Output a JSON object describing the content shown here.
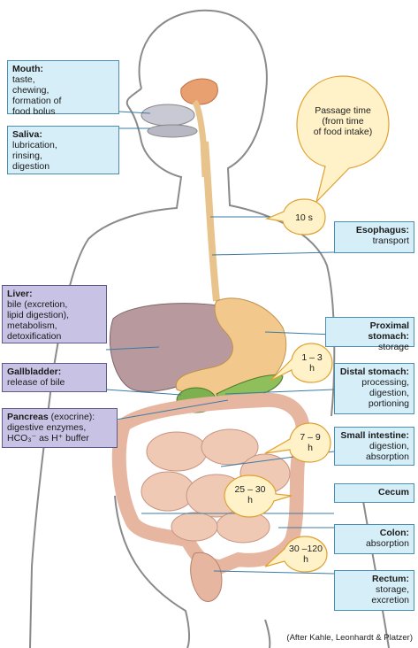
{
  "labels": {
    "mouth": {
      "title": "Mouth:",
      "body": "taste,\nchewing,\nformation of\nfood bolus"
    },
    "saliva": {
      "title": "Saliva:",
      "body": "lubrication,\nrinsing,\ndigestion"
    },
    "liver": {
      "title": "Liver:",
      "body": "bile (excretion,\nlipid digestion),\nmetabolism,\ndetoxification"
    },
    "gallbladder": {
      "title": "Gallbladder:",
      "body": "release of bile"
    },
    "pancreas": {
      "title": "Pancreas",
      "title_suffix": " (exocrine):",
      "body": "digestive enzymes,",
      "body2": "HCO₃⁻  as H⁺ buffer"
    },
    "esophagus": {
      "title": "Esophagus:",
      "body": "transport"
    },
    "proximal_stomach": {
      "title": "Proximal stomach:",
      "body": "storage"
    },
    "distal_stomach": {
      "title": "Distal stomach:",
      "body": "processing,\ndigestion,\nportioning"
    },
    "small_intestine": {
      "title": "Small intestine:",
      "body": "digestion,\nabsorption"
    },
    "cecum": {
      "title": "Cecum",
      "body": ""
    },
    "colon": {
      "title": "Colon:",
      "body": "absorption"
    },
    "rectum": {
      "title": "Rectum:",
      "body": "storage,\nexcretion"
    }
  },
  "passage_time": {
    "title": "Passage time\n(from time\nof food intake)",
    "esophagus": "10 s",
    "stomach": "1 – 3\nh",
    "small_intestine": "7 – 9\nh",
    "colon": "25 – 30\nh",
    "rectum": "30 –120\nh"
  },
  "credit": "(After Kahle, Leonhardt & Platzer)",
  "colors": {
    "box_blue": "#d6eef8",
    "box_purple": "#c8c3e4",
    "leader_line": "#3b7ca3",
    "bubble": "#fff2c8",
    "bubble_border": "#e0a030",
    "liver": "#b89a9e",
    "stomach": "#f2c88c",
    "intestine": "#f0c9b4",
    "gallbladder": "#7fb04f"
  }
}
